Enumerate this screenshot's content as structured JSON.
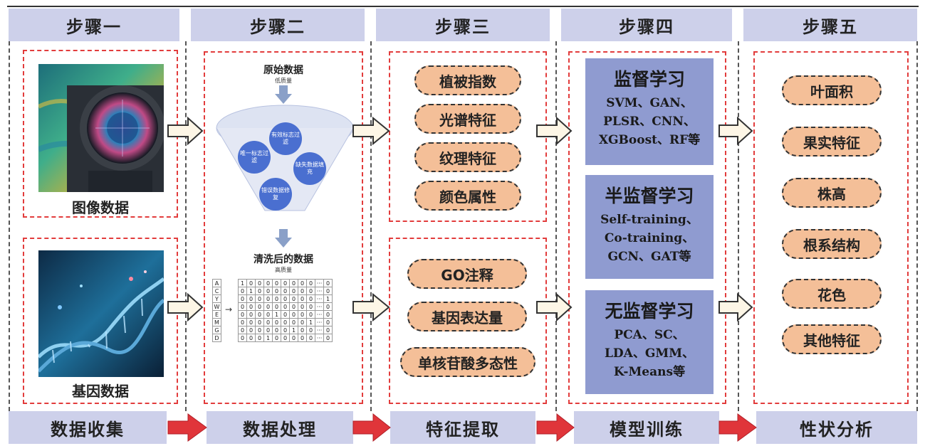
{
  "steps": [
    {
      "header": "步骤一",
      "footer": "数据收集"
    },
    {
      "header": "步骤二",
      "footer": "数据处理"
    },
    {
      "header": "步骤三",
      "footer": "特征提取"
    },
    {
      "header": "步骤四",
      "footer": "模型训练"
    },
    {
      "header": "步骤五",
      "footer": "性状分析"
    }
  ],
  "step1": {
    "image_label": "图像数据",
    "gene_label": "基因数据"
  },
  "step2": {
    "raw_title": "原始数据",
    "raw_sub": "低质量",
    "bubbles": [
      "有效标志过滤",
      "唯一标志过滤",
      "缺失数据填充",
      "错误数据修复"
    ],
    "clean_title": "清洗后的数据",
    "clean_sub": "高质量",
    "bases": [
      "A",
      "C",
      "Y",
      "W",
      "E",
      "M",
      "G",
      "D"
    ],
    "matrix": [
      [
        "1",
        "0",
        "0",
        "0",
        "0",
        "0",
        "0",
        "0",
        "0",
        "···",
        "0"
      ],
      [
        "0",
        "1",
        "0",
        "0",
        "0",
        "0",
        "0",
        "0",
        "0",
        "···",
        "0"
      ],
      [
        "0",
        "0",
        "0",
        "0",
        "0",
        "0",
        "0",
        "0",
        "0",
        "···",
        "1"
      ],
      [
        "0",
        "0",
        "0",
        "0",
        "0",
        "0",
        "0",
        "0",
        "0",
        "···",
        "0"
      ],
      [
        "0",
        "0",
        "0",
        "0",
        "1",
        "0",
        "0",
        "0",
        "0",
        "···",
        "0"
      ],
      [
        "0",
        "0",
        "0",
        "0",
        "0",
        "0",
        "0",
        "0",
        "1",
        "···",
        "0"
      ],
      [
        "0",
        "0",
        "0",
        "0",
        "0",
        "0",
        "1",
        "0",
        "0",
        "···",
        "0"
      ],
      [
        "0",
        "0",
        "0",
        "1",
        "0",
        "0",
        "0",
        "0",
        "0",
        "···",
        "0"
      ]
    ],
    "arrow": "→"
  },
  "step3": {
    "image_features": [
      "植被指数",
      "光谱特征",
      "纹理特征",
      "颜色属性"
    ],
    "gene_features": [
      "GO注释",
      "基因表达量",
      "单核苷酸多态性"
    ]
  },
  "step4": {
    "models": [
      {
        "title": "监督学习",
        "lines": [
          "SVM、GAN、",
          "PLSR、CNN、",
          "XGBoost、RF等"
        ]
      },
      {
        "title": "半监督学习",
        "lines": [
          "Self-training、",
          "Co-training、",
          "GCN、GAT等"
        ]
      },
      {
        "title": "无监督学习",
        "lines": [
          "PCA、SC、",
          "LDA、GMM、",
          "K-Means等"
        ]
      }
    ]
  },
  "step5": {
    "traits": [
      "叶面积",
      "果实特征",
      "株高",
      "根系结构",
      "花色",
      "其他特征"
    ]
  },
  "colors": {
    "header_bg": "#cdd0ea",
    "pill_bg": "#f4bf98",
    "model_bg": "#8f9bd0",
    "dash_red": "#e23c3c",
    "arrow_red": "#e0353a"
  }
}
